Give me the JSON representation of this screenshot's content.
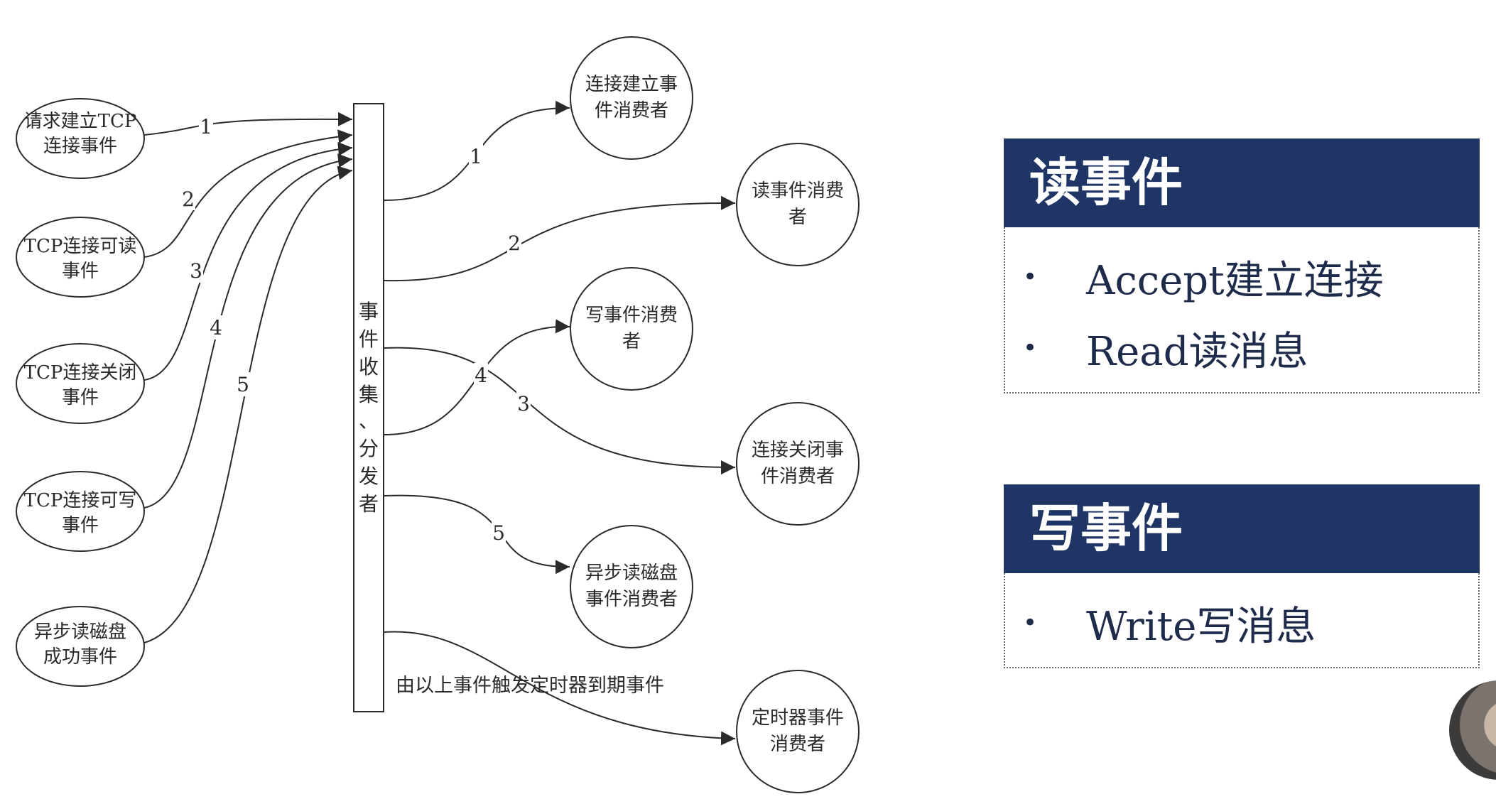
{
  "diagram": {
    "sources": [
      {
        "id": "tcp-request",
        "lines": [
          "请求建立TCP",
          "连接事件"
        ]
      },
      {
        "id": "tcp-readable",
        "lines": [
          "TCP连接可读",
          "事件"
        ]
      },
      {
        "id": "tcp-close",
        "lines": [
          "TCP连接关闭",
          "事件"
        ]
      },
      {
        "id": "tcp-writable",
        "lines": [
          "TCP连接可写",
          "事件"
        ]
      },
      {
        "id": "async-disk-ok",
        "lines": [
          "异步读磁盘",
          "成功事件"
        ]
      }
    ],
    "dispatcher": {
      "label_chars": [
        "事",
        "件",
        "收",
        "集",
        "、",
        "分",
        "发",
        "者"
      ]
    },
    "consumers": [
      {
        "id": "connect-consumer",
        "lines": [
          "连接建立事",
          "件消费者"
        ]
      },
      {
        "id": "read-consumer",
        "lines": [
          "读事件消费",
          "者"
        ]
      },
      {
        "id": "write-consumer",
        "lines": [
          "写事件消费",
          "者"
        ]
      },
      {
        "id": "close-consumer",
        "lines": [
          "连接关闭事",
          "件消费者"
        ]
      },
      {
        "id": "async-disk-consumer",
        "lines": [
          "异步读磁盘",
          "事件消费者"
        ]
      },
      {
        "id": "timer-consumer",
        "lines": [
          "定时器事件",
          "消费者"
        ]
      }
    ],
    "incoming_labels": [
      "1",
      "2",
      "3",
      "4",
      "5"
    ],
    "outgoing_labels": [
      "1",
      "2",
      "4",
      "3",
      "5"
    ],
    "timer_note": "由以上事件触发定时器到期事件"
  },
  "panels": {
    "read": {
      "title": "读事件",
      "items": [
        "Accept建立连接",
        "Read读消息"
      ]
    },
    "write": {
      "title": "写事件",
      "items": [
        "Write写消息"
      ]
    }
  },
  "colors": {
    "header_bg": "#1f3566",
    "header_fg": "#ffffff",
    "text": "#1f2b4a",
    "stroke": "#2a2a2a"
  }
}
